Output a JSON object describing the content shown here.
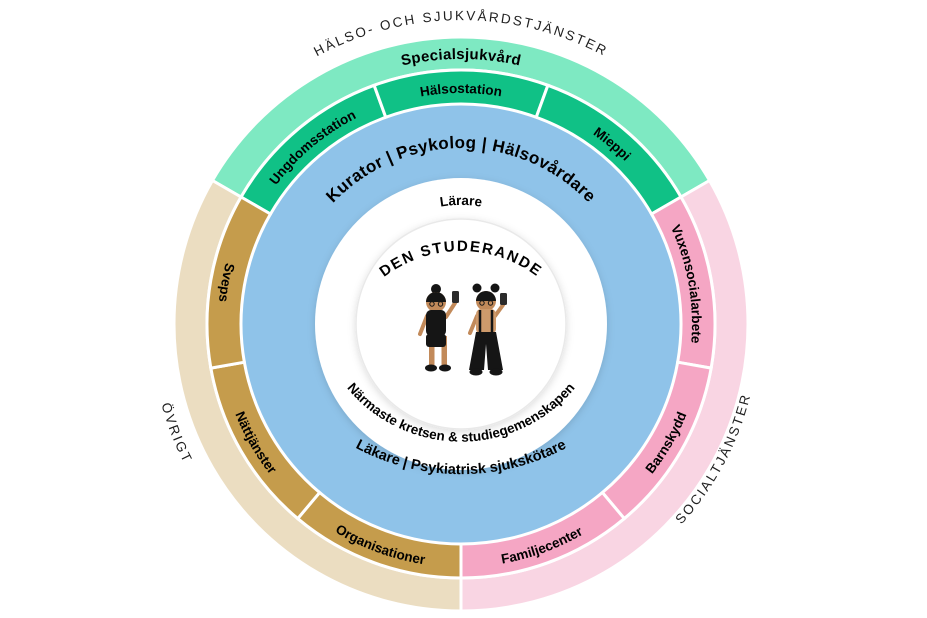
{
  "diagram": {
    "center": {
      "title": "DEN STUDERANDE"
    },
    "inner_ring": {
      "top_label": "Lärare",
      "bottom_label": "Närmaste kretsen & studiegemenskapen"
    },
    "support_ring": {
      "top_label": "Kurator | Psykolog | Hälsovårdare",
      "bottom_label": "Läkare | Psykiatrisk sjukskötare"
    },
    "service_ring": {
      "health": {
        "segments": [
          "Ungdomsstation",
          "Hälsostation",
          "Mieppi"
        ]
      },
      "social": {
        "segments": [
          "Vuxensocialarbete",
          "Barnskydd",
          "Familjecenter"
        ]
      },
      "other": {
        "segments": [
          "Sveps",
          "Nättjänster",
          "Organisationer"
        ]
      }
    },
    "outer_ring": {
      "health_label": "Specialsjukvård"
    },
    "category_labels": {
      "health": "HÄLSO- OCH SJUKVÅRDSTJÄNSTER",
      "social": "SOCIALTJÄNSTER",
      "other": "ÖVRIGT"
    },
    "colors": {
      "blue": "#8FC3E9",
      "mint": "#7EE9C2",
      "green": "#10C186",
      "light_pink": "#F9D5E3",
      "pink": "#F5A6C4",
      "beige": "#EBDDC1",
      "gold": "#C59C4C",
      "white": "#FFFFFF"
    }
  }
}
